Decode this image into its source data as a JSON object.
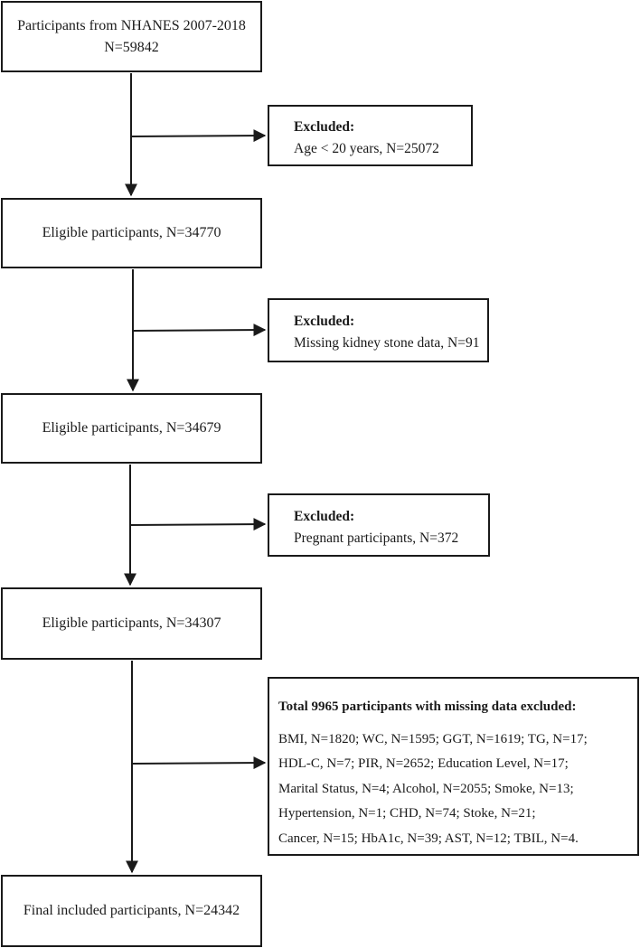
{
  "steps": [
    {
      "line1": "Participants from NHANES 2007-2018",
      "line2": "N=59842"
    },
    {
      "line1": "Eligible participants, N=34770"
    },
    {
      "line1": "Eligible participants, N=34679"
    },
    {
      "line1": "Eligible participants, N=34307"
    },
    {
      "line1": "Final included participants, N=24342"
    }
  ],
  "exclusions": [
    {
      "heading": "Excluded:",
      "lines": [
        "Age < 20 years, N=25072"
      ]
    },
    {
      "heading": "Excluded:",
      "lines": [
        "Missing kidney stone data, N=91"
      ]
    },
    {
      "heading": "Excluded:",
      "lines": [
        "Pregnant participants, N=372"
      ]
    },
    {
      "heading": "Total 9965 participants with missing data excluded:",
      "lines": [
        "BMI, N=1820;  WC, N=1595; GGT, N=1619; TG, N=17;",
        "HDL-C, N=7; PIR, N=2652; Education Level, N=17;",
        "Marital Status, N=4; Alcohol, N=2055; Smoke, N=13;",
        "Hypertension, N=1; CHD, N=74; Stoke, N=21;",
        "Cancer, N=15; HbA1c, N=39; AST, N=12; TBIL, N=4."
      ]
    }
  ]
}
